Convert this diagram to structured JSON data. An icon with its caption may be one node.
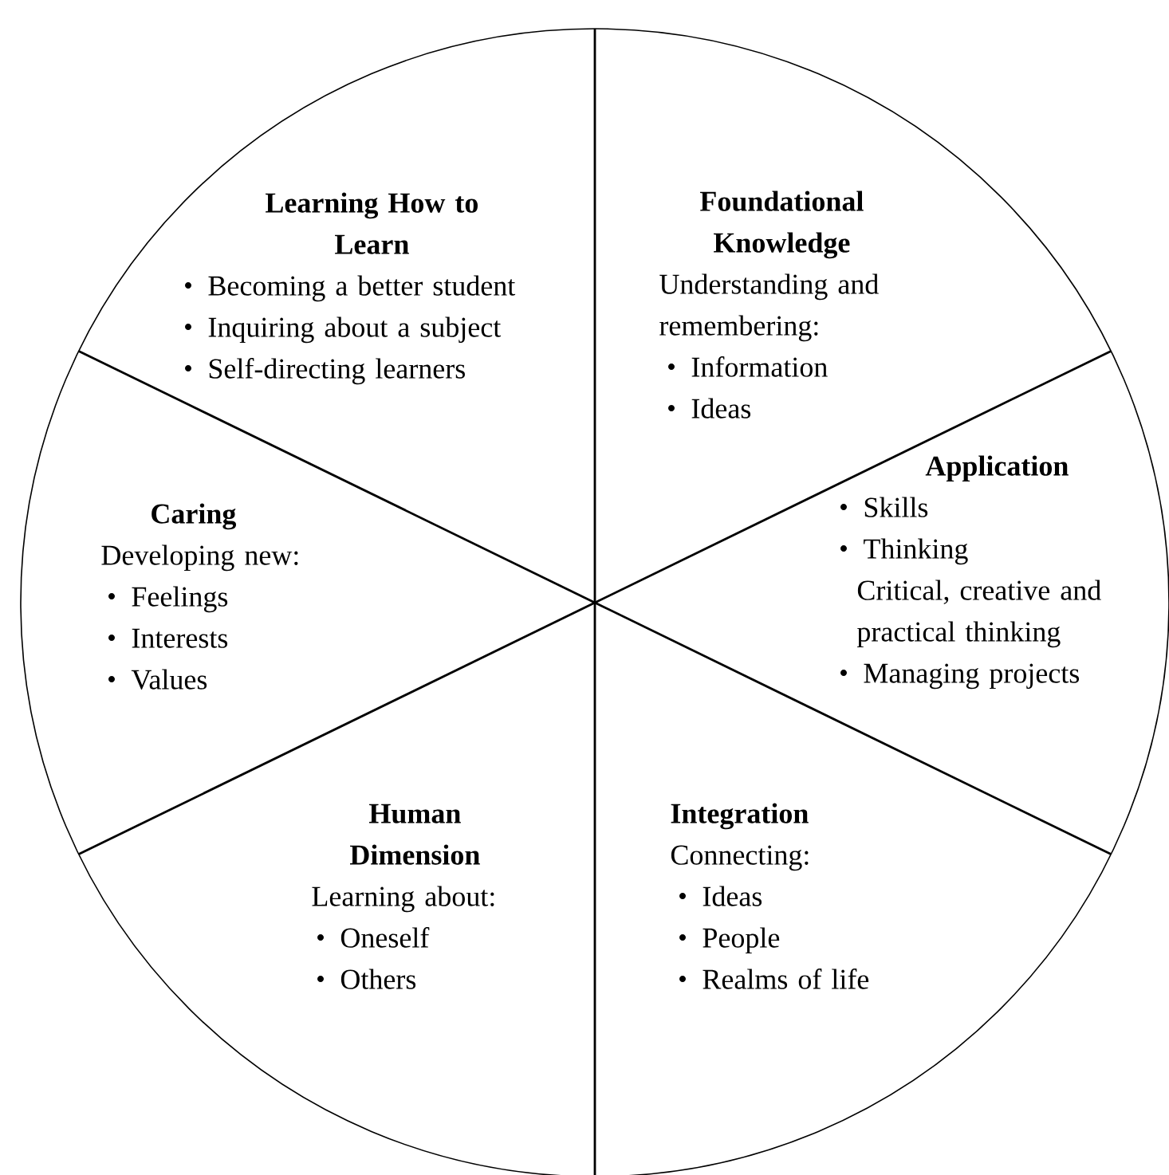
{
  "diagram": {
    "nodes": [
      {
        "text": [
          "Learning How to Learn",
          "Becoming a better student",
          "Inquiring about a subject",
          "Self-directing learners"
        ]
      },
      {
        "text": [
          "Foundational Knowledge",
          "Understanding and remembering:",
          "Information",
          "Ideas"
        ]
      },
      {
        "text": [
          "Application",
          "Skills",
          "Thinking",
          "Critical, creative and practical thinking",
          "Managing projects"
        ]
      },
      {
        "text": [
          "Caring",
          "Developing new:",
          "Feelings",
          "Interests",
          "Values"
        ]
      },
      {
        "text": [
          "Human Dimension",
          "Learning about:",
          "Oneself",
          "Others"
        ]
      },
      {
        "text": [
          "Integration",
          "Connecting:",
          "Ideas",
          "People",
          "Realms of life"
        ]
      }
    ]
  }
}
